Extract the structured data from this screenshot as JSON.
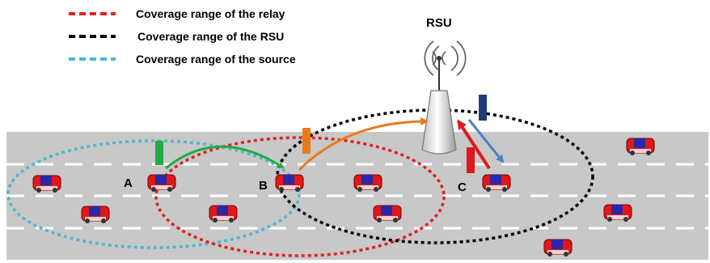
{
  "legend": {
    "items": [
      {
        "label": "Coverage range of the relay",
        "color": "#e02020"
      },
      {
        "label": "Coverage range of the RSU",
        "color": "#000000"
      },
      {
        "label": "Coverage range of the source",
        "color": "#4fb6cf"
      }
    ]
  },
  "rsu": {
    "label": "RSU"
  },
  "nodes": {
    "a": "A",
    "b": "B",
    "c": "C"
  },
  "colors": {
    "road": "#c8c8c8",
    "lane_marking": "#ffffff",
    "car_body": "#e01818",
    "car_roof": "#2828a8",
    "arrow_green": "#22aa44",
    "arrow_orange": "#e87a1a",
    "arrow_red": "#e01818",
    "arrow_blue": "#4f7fc4",
    "marker_navy": "#1f3c78"
  }
}
